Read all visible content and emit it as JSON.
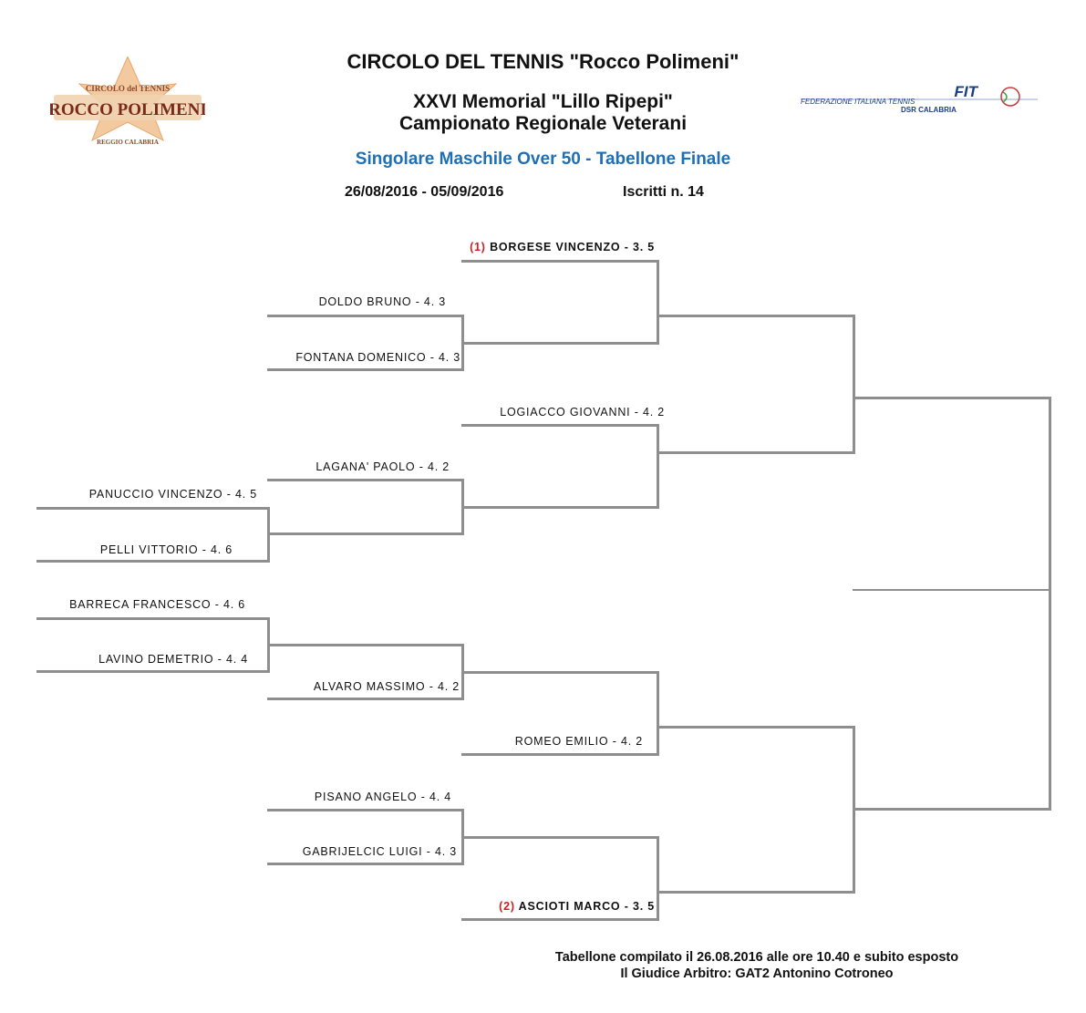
{
  "header": {
    "club": "CIRCOLO DEL TENNIS \"Rocco Polimeni\"",
    "memorial": "XXVI Memorial \"Lillo Ripepi\"",
    "championship": "Campionato Regionale Veterani",
    "event": "Singolare Maschile Over 50 - Tabellone Finale",
    "dates": "26/08/2016 - 05/09/2016",
    "entries": "Iscritti n. 14"
  },
  "logos": {
    "left": {
      "line1": "CIRCOLO del TENNIS",
      "line2": "ROCCO POLIMENI",
      "line3": "REGGIO CALABRIA",
      "icon": "star-emblem-icon"
    },
    "right": {
      "brand": "FIT",
      "line1": "FEDERAZIONE ITALIANA TENNIS",
      "line2": "DSR CALABRIA",
      "icon": "tennis-ball-icon"
    }
  },
  "players": {
    "p1_seed": "(1)",
    "p1": "BORGESE VINCENZO - 3. 5",
    "p2": "DOLDO BRUNO - 4. 3",
    "p3": "FONTANA DOMENICO - 4. 3",
    "p4": "LOGIACCO GIOVANNI - 4. 2",
    "p5": "LAGANA' PAOLO - 4. 2",
    "p6": "PANUCCIO VINCENZO - 4. 5",
    "p7": "PELLI VITTORIO - 4. 6",
    "p8": "BARRECA FRANCESCO - 4. 6",
    "p9": "LAVINO DEMETRIO - 4. 4",
    "p10": "ALVARO MASSIMO - 4. 2",
    "p11": "ROMEO EMILIO - 4. 2",
    "p12": "PISANO ANGELO - 4. 4",
    "p13": "GABRIJELCIC LUIGI - 4. 3",
    "p14_seed": "(2)",
    "p14": "ASCIOTI MARCO - 3. 5"
  },
  "footer": {
    "compiled": "Tabellone compilato il 26.08.2016 alle ore 10.40 e subito esposto",
    "referee": "Il Giudice Arbitro: GAT2 Antonino Cotroneo"
  },
  "colors": {
    "seed": "#cc1f1f",
    "event_title": "#1f6fb5",
    "bracket_line": "#8e8e8e"
  }
}
